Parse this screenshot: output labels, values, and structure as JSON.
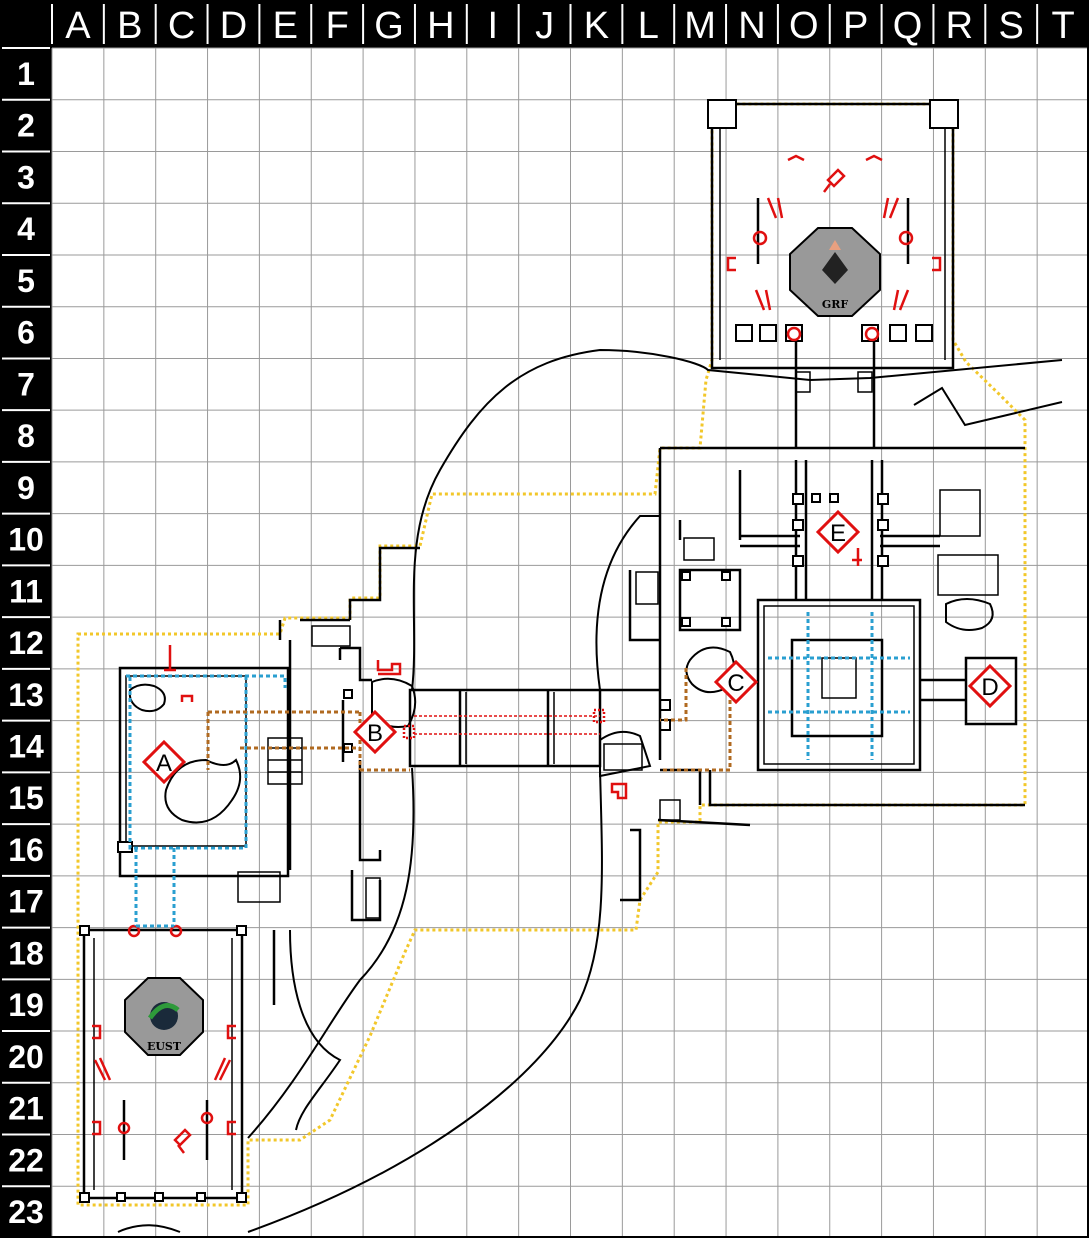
{
  "columns": [
    "A",
    "B",
    "C",
    "D",
    "E",
    "F",
    "G",
    "H",
    "I",
    "J",
    "K",
    "L",
    "M",
    "N",
    "O",
    "P",
    "Q",
    "R",
    "S",
    "T"
  ],
  "rows": [
    "1",
    "2",
    "3",
    "4",
    "5",
    "6",
    "7",
    "8",
    "9",
    "10",
    "11",
    "12",
    "13",
    "14",
    "15",
    "16",
    "17",
    "18",
    "19",
    "20",
    "21",
    "22",
    "23"
  ],
  "objectives": [
    {
      "id": "A",
      "label": "A"
    },
    {
      "id": "B",
      "label": "B"
    },
    {
      "id": "C",
      "label": "C"
    },
    {
      "id": "D",
      "label": "D"
    },
    {
      "id": "E",
      "label": "E"
    }
  ],
  "bases": [
    {
      "id": "eust",
      "label": "EUST",
      "color": "#2e9a3a"
    },
    {
      "id": "grf",
      "label": "GRF",
      "color": "#e8a080"
    }
  ],
  "colors": {
    "header": "#000000",
    "grid": "#9a9a9a",
    "team_boundary": "#f2c72a",
    "objective_zone": "#2a9fd0",
    "route": "#b06a20",
    "spawn_and_objective": "#e01010"
  }
}
